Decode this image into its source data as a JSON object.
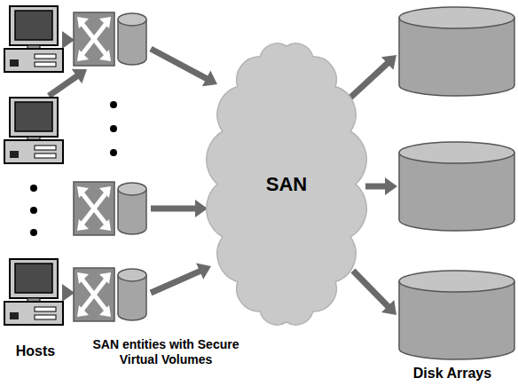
{
  "diagram": {
    "nodes": [
      {
        "text": [
          "SAN"
        ]
      }
    ],
    "labels": [
      "Hosts",
      "SAN entities with Secure Virtual Volumes",
      "Disk Arrays"
    ]
  }
}
